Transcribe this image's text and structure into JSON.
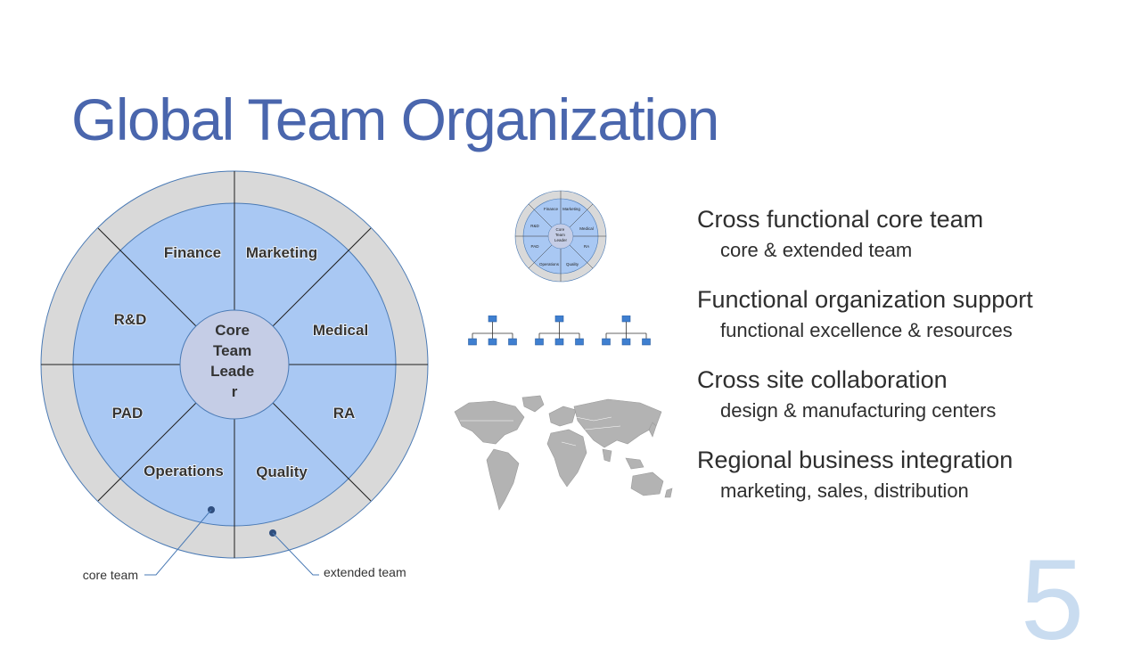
{
  "slide": {
    "title": "Global Team Organization",
    "page_number": "5"
  },
  "wheel": {
    "center_lines": [
      "Core",
      "Team",
      "Leade",
      "r"
    ],
    "segments": {
      "finance": "Finance",
      "marketing": "Marketing",
      "rd": "R&D",
      "medical": "Medical",
      "pad": "PAD",
      "ra": "RA",
      "operations": "Operations",
      "quality": "Quality"
    },
    "callouts": {
      "core": "core team",
      "extended": "extended team"
    },
    "colors": {
      "core_fill": "#a9c8f3",
      "extended_fill": "#d9d9d9",
      "center_fill": "#c5cde6",
      "outline": "#4a7ab5"
    }
  },
  "thumbnail": {
    "center_lines": [
      "Core",
      "Team",
      "Leader"
    ],
    "labels": [
      "Finance",
      "Marketing",
      "R&D",
      "Medical",
      "PAD",
      "RA",
      "Operations",
      "Quality"
    ]
  },
  "bullets": [
    {
      "head": "Cross functional core team",
      "sub": "core & extended team"
    },
    {
      "head": "Functional organization support",
      "sub": "functional excellence & resources"
    },
    {
      "head": "Cross site collaboration",
      "sub": "design & manufacturing centers"
    },
    {
      "head": "Regional business integration",
      "sub": "marketing, sales, distribution"
    }
  ],
  "icons": {
    "org_chart": "org-chart-icon",
    "world_map": "world-map-icon"
  }
}
